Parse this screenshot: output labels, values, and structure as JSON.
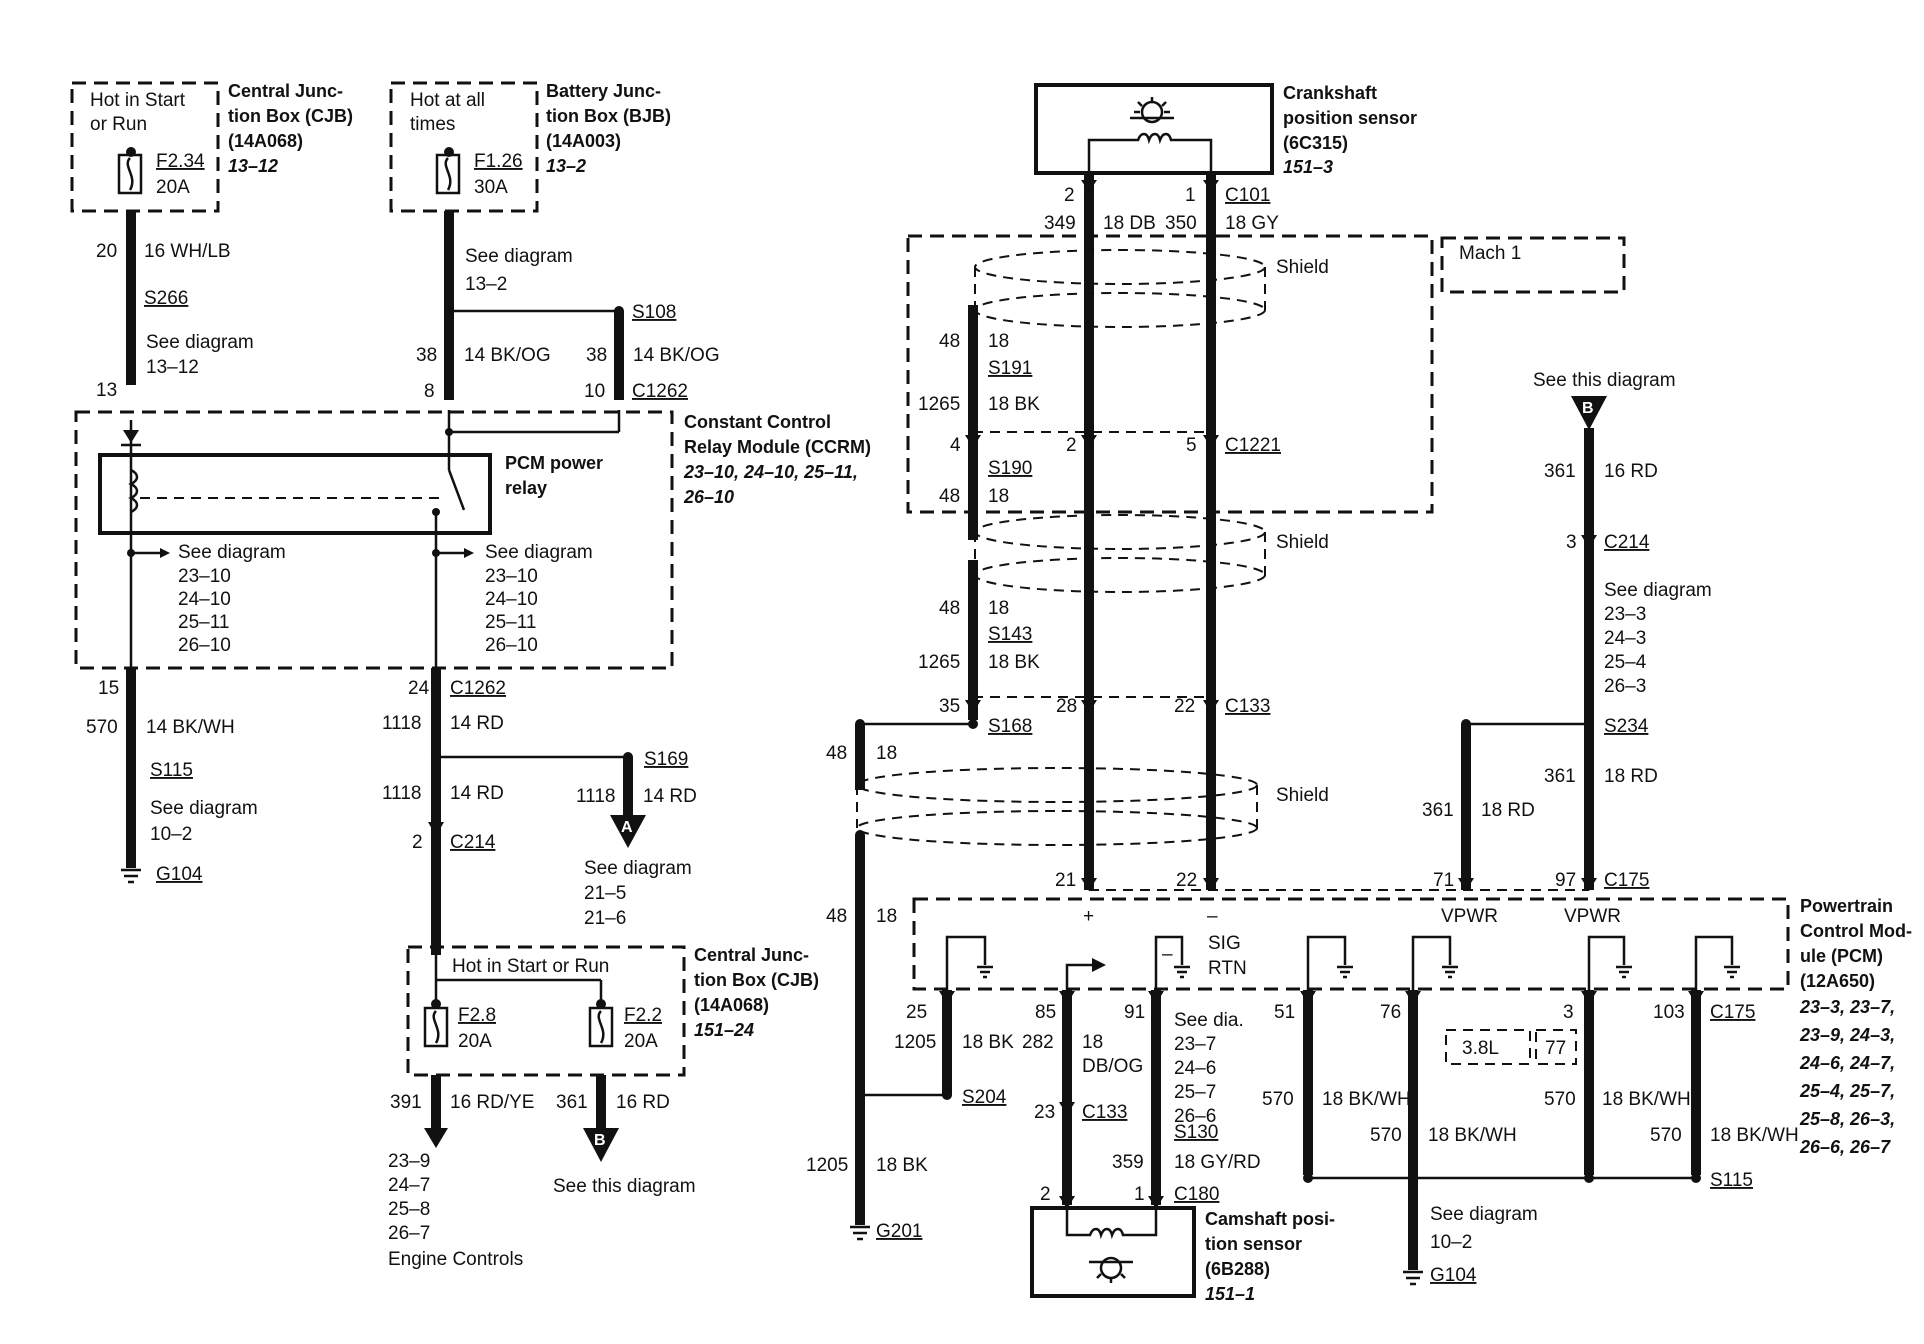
{
  "left": {
    "cjb_top": {
      "hot": [
        "Hot in Start",
        "or Run"
      ],
      "fuse": "F2.34",
      "amps": "20A",
      "title": [
        "Central Junc-",
        "tion Box (CJB)",
        "(14A068)"
      ],
      "ref": "13–12"
    },
    "bjb": {
      "hot": [
        "Hot at all",
        "times"
      ],
      "fuse": "F1.26",
      "amps": "30A",
      "title": [
        "Battery Junc-",
        "tion Box (BJB)",
        "(14A003)"
      ],
      "ref": "13–2"
    },
    "w20": "20",
    "w20_wire": "16 WH/LB",
    "s266": "S266",
    "see1": [
      "See diagram",
      "13–12"
    ],
    "pin13": "13",
    "see2": [
      "See diagram",
      "13–2"
    ],
    "s108": "S108",
    "w38a": "38",
    "w38a_wire": "14 BK/OG",
    "w38b": "38",
    "w38b_wire": "14 BK/OG",
    "pin8": "8",
    "pin10": "10",
    "c1262a": "C1262",
    "ccrm": {
      "title": [
        "Constant Control",
        "Relay Module (CCRM)"
      ],
      "refs": [
        "23–10, 24–10, 25–11,",
        "26–10"
      ],
      "relay": [
        "PCM power",
        "relay"
      ]
    },
    "see_relay_a": [
      "See diagram",
      "23–10",
      "24–10",
      "25–11",
      "26–10"
    ],
    "see_relay_b": [
      "See diagram",
      "23–10",
      "24–10",
      "25–11",
      "26–10"
    ],
    "pin15": "15",
    "w570": "570",
    "w570_wire": "14 BK/WH",
    "s115": "S115",
    "see3": [
      "See diagram",
      "10–2"
    ],
    "g104": "G104",
    "pin24": "24",
    "c1262b": "C1262",
    "w1118a": "1118",
    "w1118a_wire": "14 RD",
    "s169": "S169",
    "w1118b": "1118",
    "w1118b_wire": "14 RD",
    "w1118c": "1118",
    "w1118c_wire": "14 RD",
    "connA": "A",
    "see4": [
      "See diagram",
      "21–5",
      "21–6"
    ],
    "pin2": "2",
    "c214a": "C214",
    "cjb_bot": {
      "hot": "Hot in Start or Run",
      "f1": "F2.8",
      "a1": "20A",
      "f2": "F2.2",
      "a2": "20A",
      "title": [
        "Central Junc-",
        "tion Box (CJB)",
        "(14A068)"
      ],
      "ref": "151–24"
    },
    "w391": "391",
    "w391_wire": "16 RD/YE",
    "w361a": "361",
    "w361a_wire": "16 RD",
    "refs391": [
      "23–9",
      "24–7",
      "25–8",
      "26–7",
      "Engine Controls"
    ],
    "connB": "B",
    "see_this_a": "See this diagram"
  },
  "right": {
    "ckp": {
      "title": [
        "Crankshaft",
        "position sensor",
        "(6C315)"
      ],
      "ref": "151–3"
    },
    "p2": "2",
    "p1": "1",
    "c101": "C101",
    "w349": "349",
    "w349_wire": "18 DB",
    "w350": "350",
    "w350_wire": "18 GY",
    "shield": "Shield",
    "mach1": "Mach 1",
    "w48a": "48",
    "w48a_wire": "18",
    "s191": "S191",
    "w1265a": "1265",
    "w1265a_wire": "18 BK",
    "p4": "4",
    "p2b": "2",
    "p5": "5",
    "c1221": "C1221",
    "s190": "S190",
    "w48b": "48",
    "w48b_wire": "18",
    "w48c": "48",
    "w48c_wire": "18",
    "s143": "S143",
    "w1265b": "1265",
    "w1265b_wire": "18 BK",
    "p35": "35",
    "s168": "S168",
    "p28": "28",
    "p22": "22",
    "c133a": "C133",
    "w48d": "48",
    "w48d_wire": "18",
    "w48e": "48",
    "w48e_wire": "18",
    "see_this_b": "See this diagram",
    "connB": "B",
    "w361b": "361",
    "w361b_wire": "16 RD",
    "p3": "3",
    "c214b": "C214",
    "see5": [
      "See diagram",
      "23–3",
      "24–3",
      "25–4",
      "26–3"
    ],
    "s234": "S234",
    "w361c": "361",
    "w361c_wire": "18 RD",
    "w361d": "361",
    "w361d_wire": "18 RD",
    "p21": "21",
    "p22b": "22",
    "p71": "71",
    "p97": "97",
    "c175a": "C175",
    "pcm": {
      "plus": "+",
      "minus": "–",
      "vpwr1": "VPWR",
      "vpwr2": "VPWR",
      "sig": "SIG",
      "rtn": "RTN",
      "title": [
        "Powertrain",
        "Control Mod-",
        "ule (PCM)",
        "(12A650)"
      ],
      "refs": [
        "23–3, 23–7,",
        "23–9, 24–3,",
        "24–6, 24–7,",
        "25–4, 25–7,",
        "25–8, 26–3,",
        "26–6, 26–7"
      ]
    },
    "p25": "25",
    "p85": "85",
    "p91": "91",
    "p51": "51",
    "p76": "76",
    "p3b": "3",
    "p103": "103",
    "c175b": "C175",
    "w1205a": "1205",
    "w1205a_wire": "18 BK",
    "w282": "282",
    "w282_wire": [
      "18",
      "DB/OG"
    ],
    "see6": [
      "See dia.",
      "23–7",
      "24–6",
      "25–7",
      "26–6"
    ],
    "v38": "3.8L",
    "p77": "77",
    "s204": "S204",
    "w570a": "570",
    "w570a_wire": "18 BK/WH",
    "w570b": "570",
    "w570b_wire": "18 BK/WH",
    "w570c": "570",
    "w570c_wire": "18 BK/WH",
    "w570d": "570",
    "w570d_wire": "18 BK/WH",
    "p23": "23",
    "c133b": "C133",
    "s130": "S130",
    "w359": "359",
    "w359_wire": "18 GY/RD",
    "w1205b": "1205",
    "w1205b_wire": "18 BK",
    "p2c": "2",
    "p1b": "1",
    "c180": "C180",
    "s115": "S115",
    "see7": [
      "See diagram",
      "10–2"
    ],
    "g104": "G104",
    "g201": "G201",
    "cmp": {
      "title": [
        "Camshaft posi-",
        "tion sensor",
        "(6B288)"
      ],
      "ref": "151–1"
    }
  }
}
